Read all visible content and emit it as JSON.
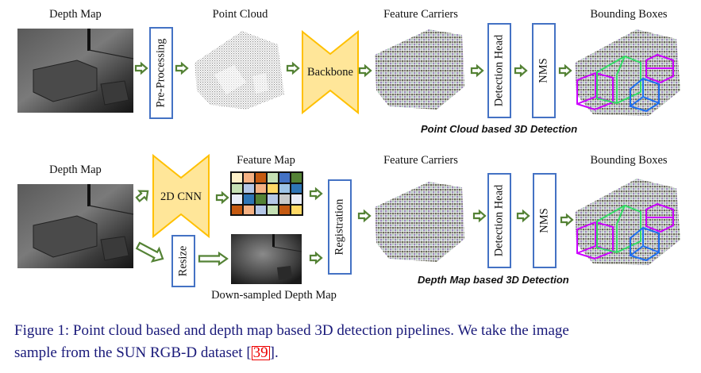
{
  "top_row": {
    "depth_map_label": "Depth Map",
    "preprocessing_label": "Pre-Processing",
    "point_cloud_label": "Point Cloud",
    "backbone_label": "Backbone",
    "feature_carriers_label": "Feature Carriers",
    "detection_head_label": "Detection Head",
    "nms_label": "NMS",
    "bounding_boxes_label": "Bounding Boxes",
    "section_title": "Point Cloud based 3D Detection"
  },
  "bottom_row": {
    "depth_map_label": "Depth Map",
    "cnn_label": "2D CNN",
    "feature_map_label": "Feature Map",
    "resize_label": "Resize",
    "downsampled_label": "Down-sampled Depth Map",
    "registration_label": "Registration",
    "feature_carriers_label": "Feature Carriers",
    "detection_head_label": "Detection Head",
    "nms_label": "NMS",
    "bounding_boxes_label": "Bounding Boxes",
    "section_title": "Depth Map based 3D Detection"
  },
  "feature_map_colors": [
    [
      "#fdf0c8",
      "#f4b183",
      "#c55a11",
      "#c5e0b4",
      "#4472c4",
      "#548235"
    ],
    [
      "#c5e0b4",
      "#b4c7e7",
      "#f4b183",
      "#ffd966",
      "#9dc3e6",
      "#2e75b6"
    ],
    [
      "#e8ecf7",
      "#2e75b6",
      "#548235",
      "#b4c7e7",
      "#c9c9c9",
      "#e8ecf7"
    ],
    [
      "#c55a11",
      "#f4b183",
      "#b4c7e7",
      "#c5e0b4",
      "#c55a11",
      "#ffd966"
    ]
  ],
  "colors": {
    "arrow_green": "#548235",
    "box_blue": "#4472c4",
    "backbone_fill": "#ffe699",
    "backbone_stroke": "#ffc000",
    "bbox_magenta": "#cc00ff",
    "bbox_green": "#33dd66",
    "bbox_blue": "#1e6ff0",
    "caption_text": "#1a1a7a"
  },
  "caption": {
    "line1": "Figure 1: Point cloud based and depth map based 3D detection pipelines. We take the image",
    "line2_prefix": "sample from the SUN RGB-D dataset [",
    "citation": "39",
    "line2_suffix": "]."
  }
}
